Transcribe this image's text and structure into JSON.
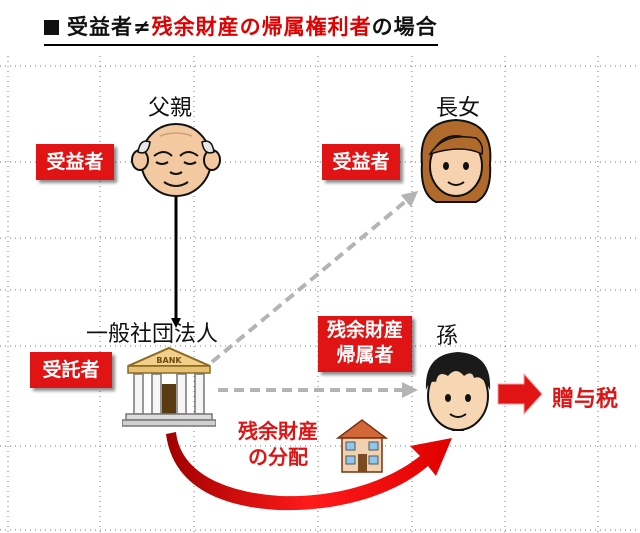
{
  "title": {
    "prefix": "受益者≠",
    "highlight": "残余財産の帰属権利者",
    "suffix": "の場合"
  },
  "nodes": {
    "father": {
      "name": "父親",
      "role": "受益者"
    },
    "eldest_daughter": {
      "name": "長女",
      "role": "受益者"
    },
    "trustee": {
      "name": "一般社団法人",
      "role": "受託者",
      "sign": "BANK"
    },
    "grandchild": {
      "name": "孫",
      "role_line1": "残余財産",
      "role_line2": "帰属者"
    }
  },
  "tax": {
    "label": "贈与税"
  },
  "distribution": {
    "line1": "残余財産",
    "line2": "の分配"
  },
  "colors": {
    "accent_red": "#e01414",
    "dashed_gray": "#b4b4b4",
    "grid_dot": "#777777"
  },
  "icons": [
    "square-bullet-icon",
    "grandfather-icon",
    "woman-icon",
    "bank-icon",
    "boy-icon",
    "house-icon",
    "arrow-right-icon"
  ]
}
